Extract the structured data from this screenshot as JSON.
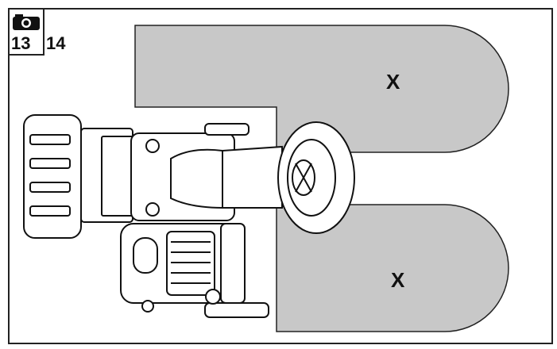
{
  "figure": {
    "ref_numbers": [
      "13",
      "14"
    ],
    "zone_labels": [
      "X",
      "X"
    ],
    "camera_icon": "camera-icon",
    "colors": {
      "zone_fill": "#c8c8c8",
      "outline": "#111111",
      "background": "#ffffff"
    }
  }
}
